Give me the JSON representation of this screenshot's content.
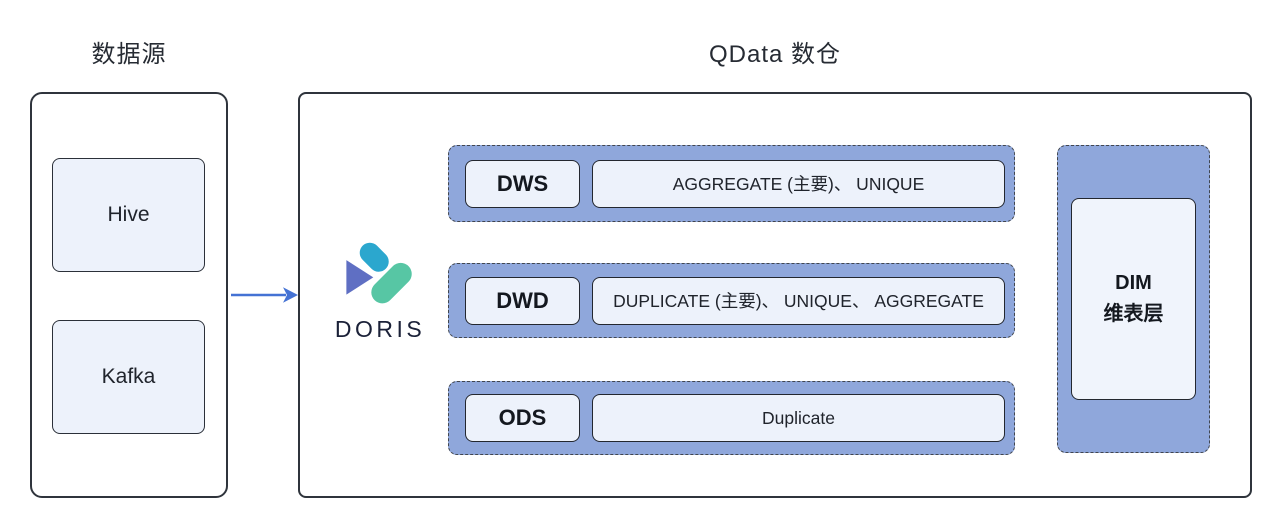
{
  "diagram": {
    "source_panel": {
      "title": "数据源",
      "items": [
        {
          "label": "Hive"
        },
        {
          "label": "Kafka"
        }
      ]
    },
    "warehouse_panel": {
      "title": "QData 数仓",
      "engine": {
        "label": "DORIS"
      },
      "layers": [
        {
          "name": "DWS",
          "models": "AGGREGATE (主要)、 UNIQUE"
        },
        {
          "name": "DWD",
          "models": "DUPLICATE (主要)、 UNIQUE、 AGGREGATE"
        },
        {
          "name": "ODS",
          "models": "Duplicate"
        }
      ],
      "dim_layer": {
        "line1": "DIM",
        "line2": "维表层"
      }
    },
    "colors": {
      "layer_fill": "#8FA7DB",
      "box_fill": "#EDF2FB",
      "border_dark": "#2F343C",
      "arrow_blue": "#4472D4",
      "logo_cyan": "#2BA7CE",
      "logo_indigo": "#5F6FC3",
      "logo_green": "#57C6A4",
      "logo_text": "#1B2138"
    }
  }
}
